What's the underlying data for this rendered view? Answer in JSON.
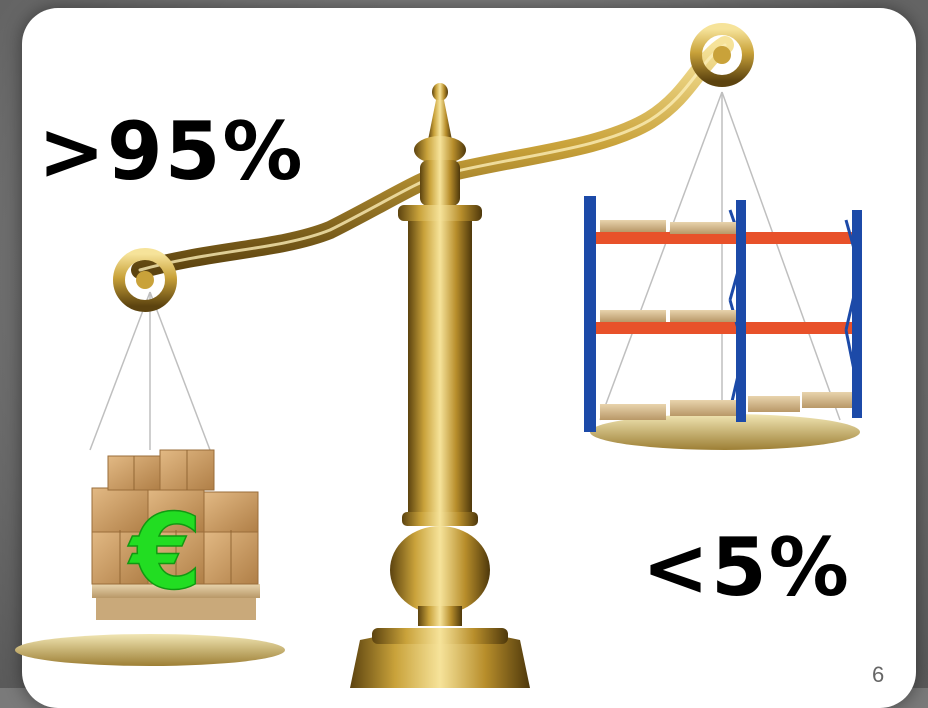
{
  "slide": {
    "left_percent": ">95%",
    "right_percent": "<5%",
    "euro_symbol": "€",
    "page_number": "6"
  },
  "colors": {
    "brass_light": "#f3dc7a",
    "brass_mid": "#c9a23a",
    "brass_dark": "#6b4f12",
    "rack_blue": "#1c4aa8",
    "rack_orange": "#e8512a",
    "cardboard": "#c99a63",
    "euro_green": "#22dd22"
  },
  "icons": [
    "balance-scale-icon",
    "cardboard-boxes-icon",
    "pallet-rack-icon"
  ]
}
